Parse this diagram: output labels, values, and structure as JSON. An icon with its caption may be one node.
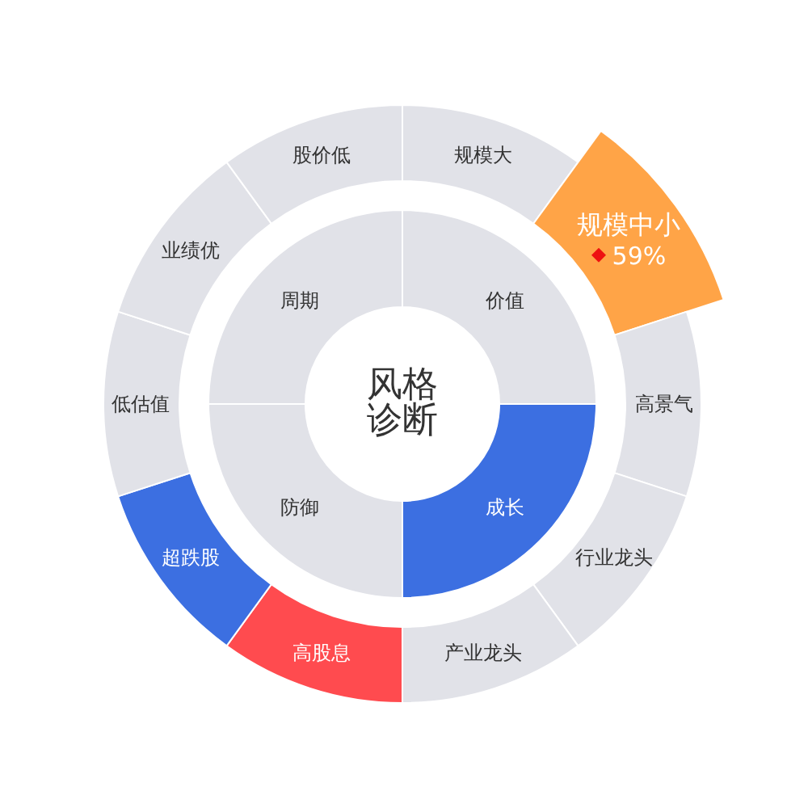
{
  "diagram": {
    "nodes": [
      {
        "text": [
          "风格诊断"
        ]
      },
      {
        "text": [
          "价值"
        ]
      },
      {
        "text": [
          "成长"
        ]
      },
      {
        "text": [
          "防御"
        ]
      },
      {
        "text": [
          "周期"
        ]
      },
      {
        "text": [
          "规模大"
        ]
      },
      {
        "text": [
          "规模中小",
          "59%"
        ]
      },
      {
        "text": [
          "高景气"
        ]
      },
      {
        "text": [
          "行业龙头"
        ]
      },
      {
        "text": [
          "产业龙头"
        ]
      },
      {
        "text": [
          "高股息"
        ]
      },
      {
        "text": [
          "超跌股"
        ]
      },
      {
        "text": [
          "低估值"
        ]
      },
      {
        "text": [
          "业绩优"
        ]
      },
      {
        "text": [
          "股价低"
        ]
      }
    ]
  }
}
